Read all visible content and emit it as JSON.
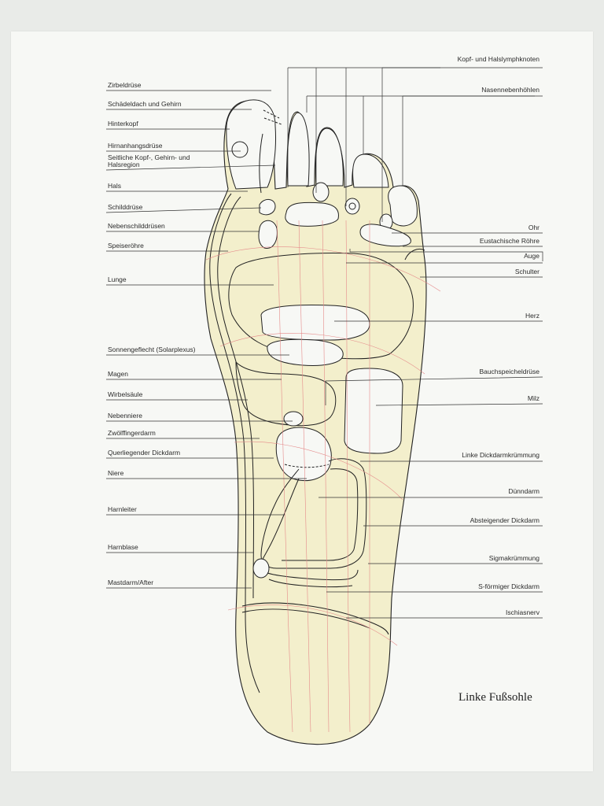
{
  "title": "Linke Fußsohle",
  "labels_left": [
    "Zirbeldrüse",
    "Schädeldach und Gehirn",
    "Hinterkopf",
    "Hirnanhangsdrüse",
    "Seitliche Kopf-, Gehirn- und",
    "Halsregion",
    "Hals",
    "Schilddrüse",
    "Nebenschilddrüsen",
    "Speiseröhre",
    "Lunge",
    "Sonnengeflecht (Solarplexus)",
    "Magen",
    "Wirbelsäule",
    "Nebenniere",
    "Zwölffingerdarm",
    "Querliegender Dickdarm",
    "Niere",
    "Harnleiter",
    "Harnblase",
    "Mastdarm/After"
  ],
  "labels_right": [
    "Kopf- und Halslymphknoten",
    "Nasennebenhöhlen",
    "Ohr",
    "Eustachische Röhre",
    "Auge",
    "Schulter",
    "Herz",
    "Bauchspeicheldrüse",
    "Milz",
    "Linke Dickdarmkrümmung",
    "Dünndarm",
    "Absteigender Dickdarm",
    "Sigmakrümmung",
    "S-förmiger Dickdarm",
    "Ischiasnerv"
  ],
  "colors": {
    "paper": "#f7f8f5",
    "foot_fill": "#f3efcc",
    "outline": "#222222",
    "guide_red": "#e58a8a",
    "leader": "#333333"
  }
}
